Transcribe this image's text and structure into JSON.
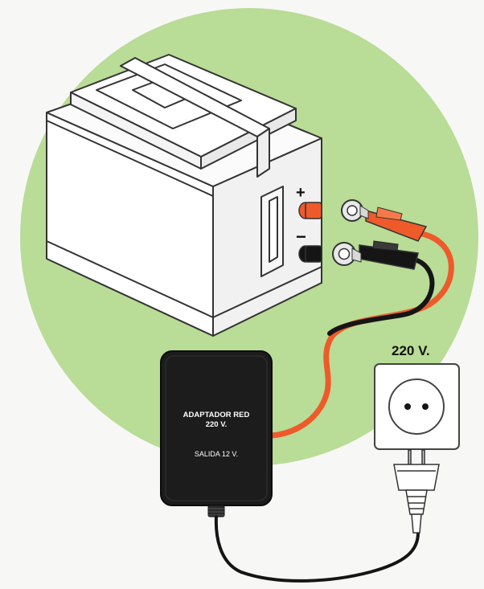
{
  "battery": {
    "plus_sign": "+",
    "minus_sign": "−"
  },
  "adapter": {
    "line1": "ADAPTADOR RED",
    "line2": "220 V.",
    "output": "SALIDA 12 V."
  },
  "outlet": {
    "voltage_label": "220 V."
  },
  "colors": {
    "background": "#f7f8f6",
    "circle": "#b9dc96",
    "red_wire": "#ee5a2a",
    "black_wire": "#151515",
    "adapter_body": "#1c1c1c",
    "outline": "#333333"
  },
  "icons": [
    "battery-icon",
    "ring-terminal-icon",
    "wall-outlet-icon",
    "power-plug-icon",
    "power-adapter-icon"
  ]
}
